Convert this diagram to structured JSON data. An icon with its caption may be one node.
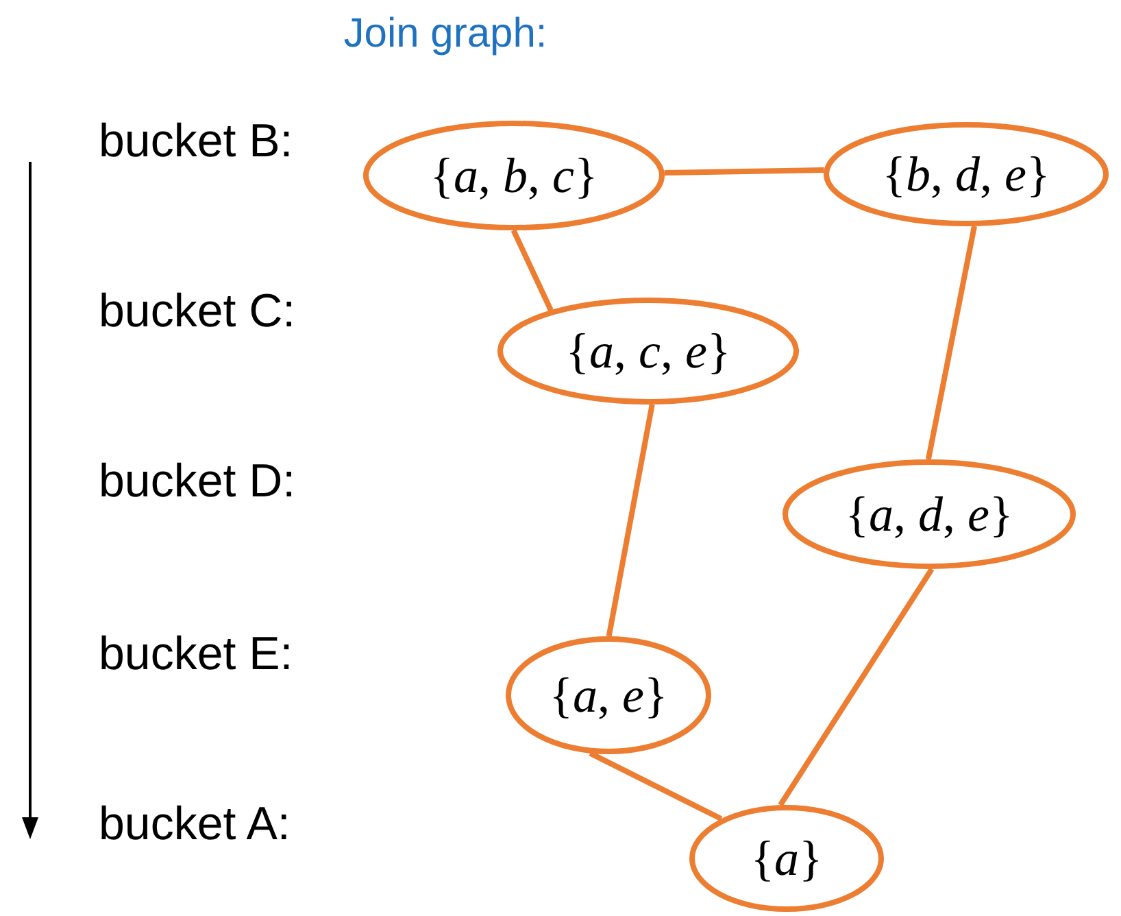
{
  "diagram": {
    "title": "Join graph:",
    "nodes": [
      {
        "text": [
          "{*a*, *b*, *c*}"
        ]
      },
      {
        "text": [
          "{*b*, *d*, *e*}"
        ]
      },
      {
        "text": [
          "{*a*, *c*, *e*}"
        ]
      },
      {
        "text": [
          "{*a*, *d*, *e*}"
        ]
      },
      {
        "text": [
          "{*a*, *e*}"
        ]
      },
      {
        "text": [
          "{*a*}"
        ]
      }
    ],
    "edges": [
      {
        "from": 0,
        "to": 1,
        "arrow": "none"
      },
      {
        "from": 0,
        "to": 2,
        "arrow": "none"
      },
      {
        "from": 1,
        "to": 3,
        "arrow": "none"
      },
      {
        "from": 2,
        "to": 4,
        "arrow": "none"
      },
      {
        "from": 3,
        "to": 5,
        "arrow": "none"
      },
      {
        "from": 4,
        "to": 5,
        "arrow": "none"
      }
    ],
    "labels": [
      "bucket B:",
      "bucket C:",
      "bucket D:",
      "bucket E:",
      "bucket A:"
    ]
  }
}
